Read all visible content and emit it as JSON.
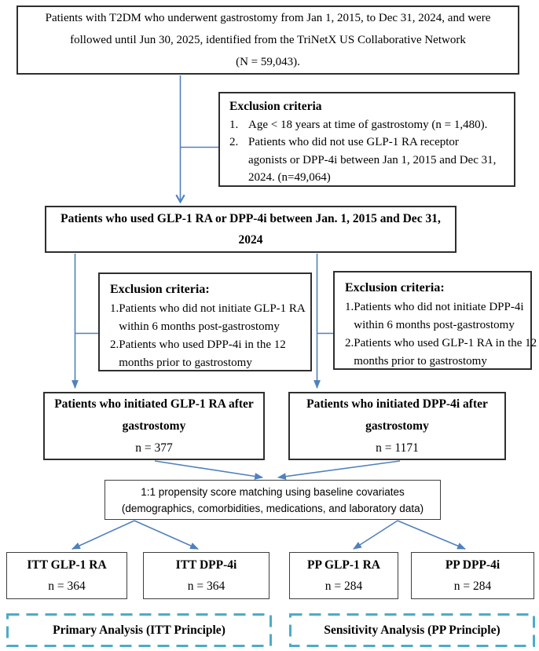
{
  "colors": {
    "arrow_blue": "#4f81bd",
    "dashed_teal": "#4bacc6",
    "box_border": "#2f2f2f"
  },
  "boxes": {
    "source": {
      "lines": [
        "Patients with T2DM who underwent gastrostomy from Jan 1, 2015, to Dec 31, 2024, and were",
        "followed until Jun 30, 2025, identified from the TriNetX US Collaborative Network",
        "(N = 59,043)."
      ]
    },
    "exclusion_top": {
      "title": "Exclusion criteria",
      "items": [
        {
          "num": "1.",
          "lines": [
            "Age < 18 years at time of gastrostomy (n = 1,480)."
          ]
        },
        {
          "num": "2.",
          "lines": [
            "Patients who did not use GLP-1 RA receptor",
            "agonists or DPP-4i between Jan 1, 2015 and Dec 31,",
            "2024. (n=49,064)"
          ]
        }
      ]
    },
    "cohort": {
      "lines": [
        "Patients who used GLP-1 RA or DPP-4i between Jan. 1, 2015 and Dec 31,",
        "2024"
      ]
    },
    "exclusion_left": {
      "title": "Exclusion criteria:",
      "items": [
        {
          "num": "1.",
          "lines": [
            "Patients who did not initiate GLP-1 RA",
            "within 6 months post-gastrostomy"
          ]
        },
        {
          "num": "2.",
          "lines": [
            "Patients who used DPP-4i in the 12",
            "months prior to gastrostomy"
          ]
        }
      ]
    },
    "exclusion_right": {
      "title": "Exclusion criteria:",
      "items": [
        {
          "num": "1.",
          "lines": [
            "Patients who did not initiate DPP-4i",
            "within 6 months post-gastrostomy"
          ]
        },
        {
          "num": "2.",
          "lines": [
            "Patients who used GLP-1 RA in the 12",
            "months prior to gastrostomy"
          ]
        }
      ]
    },
    "glp1_initiators": {
      "lines": [
        "Patients who initiated GLP-1 RA after",
        "gastrostomy"
      ],
      "n": "n = 377"
    },
    "dpp4i_initiators": {
      "lines": [
        "Patients who initiated DPP-4i after",
        "gastrostomy"
      ],
      "n": "n = 1171"
    },
    "matching": {
      "lines": [
        "1:1 propensity score matching using baseline covariates",
        "(demographics, comorbidities, medications, and laboratory data)"
      ]
    },
    "itt_glp1": {
      "title": "ITT GLP-1 RA",
      "n": "n = 364"
    },
    "itt_dpp4i": {
      "title": "ITT DPP-4i",
      "n": "n = 364"
    },
    "pp_glp1": {
      "title": "PP GLP-1 RA",
      "n": "n = 284"
    },
    "pp_dpp4i": {
      "title": "PP DPP-4i",
      "n": "n = 284"
    },
    "primary_analysis": {
      "label": "Primary Analysis (ITT Principle)"
    },
    "sensitivity_analysis": {
      "label": "Sensitivity Analysis (PP Principle)"
    }
  }
}
